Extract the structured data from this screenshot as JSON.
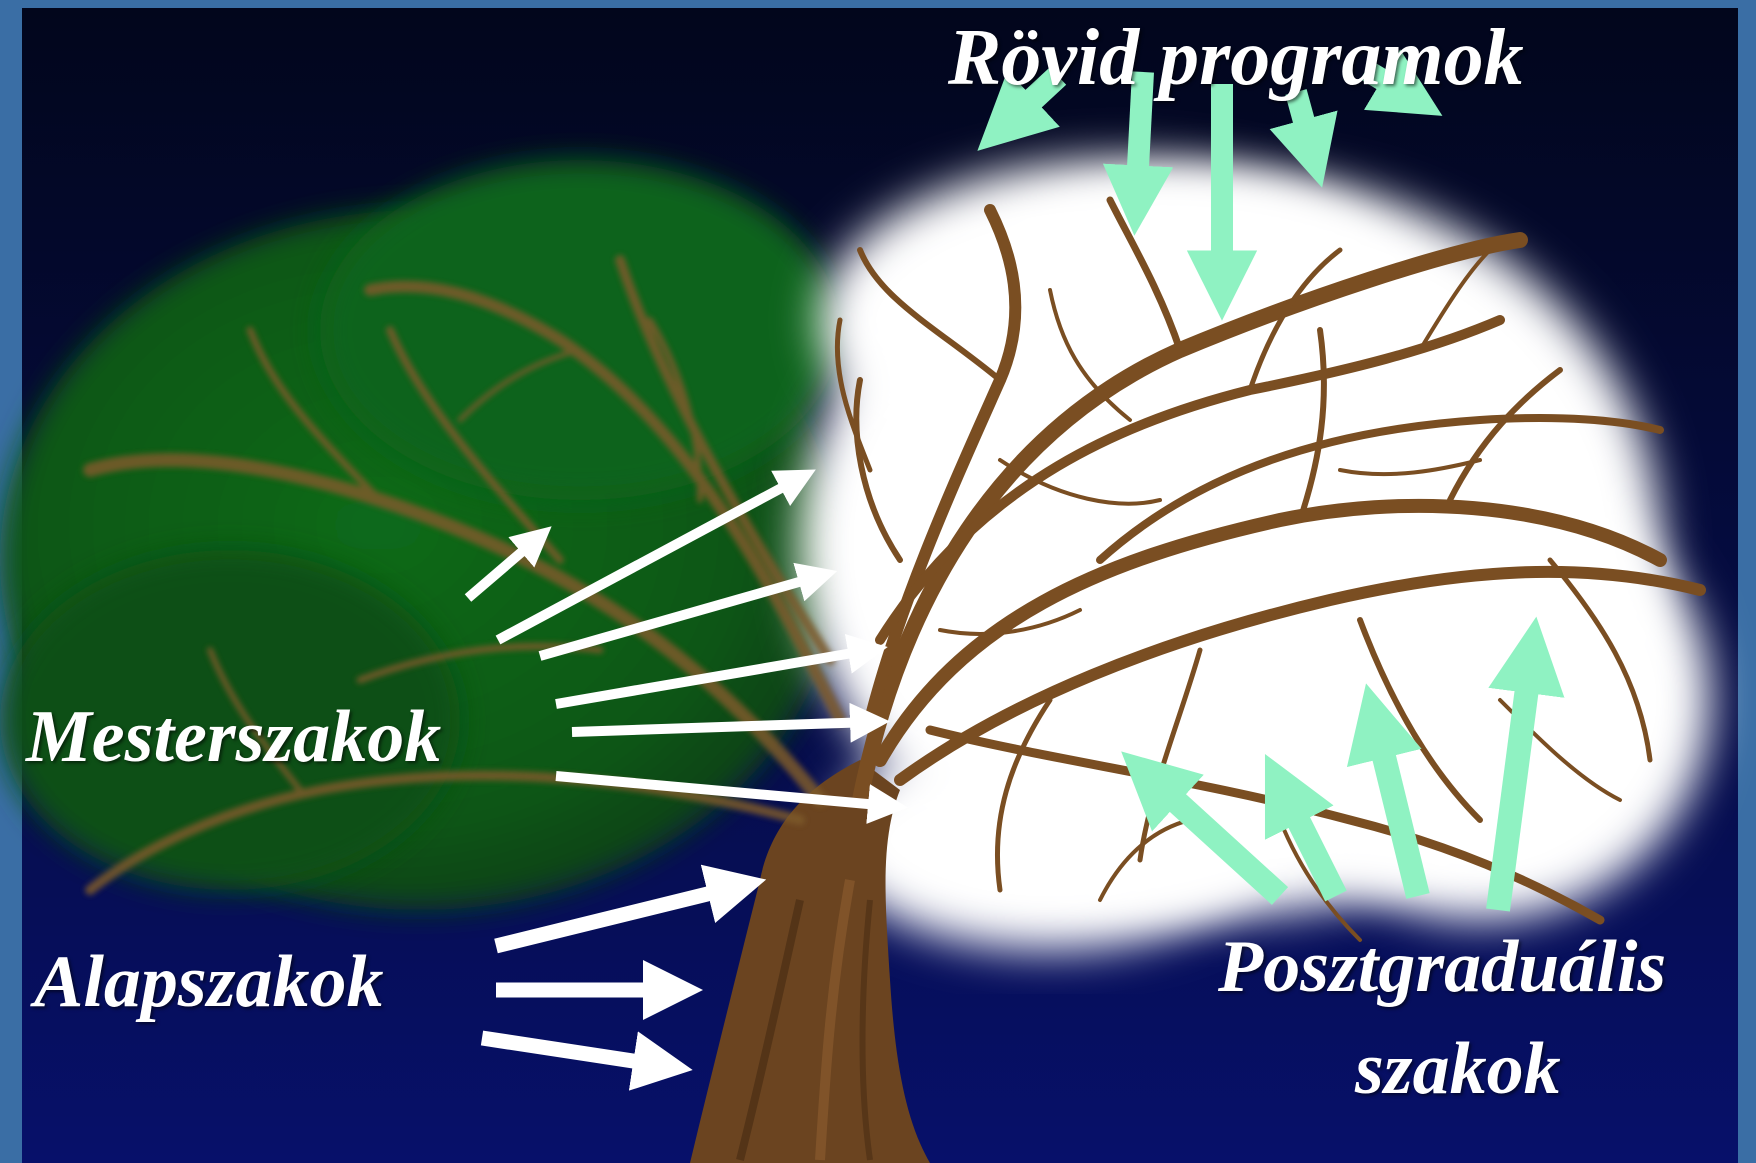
{
  "labels": {
    "short_programs": "Rövid programok",
    "master_programs": "Mesterszakok",
    "bachelor_programs": "Alapszakok",
    "postgraduate_line1": "Posztgraduális",
    "postgraduate_line2": "szakok"
  },
  "colors": {
    "frame": "#3a6ea5",
    "sky_top": "#02061c",
    "sky_bottom": "#07106a",
    "green_canopy": "#0c5a16",
    "white_canopy": "#ffffff",
    "trunk": "#6b4420",
    "branch": "#8b5a2b",
    "arrow_white": "#ffffff",
    "arrow_mint": "#8ff2c2"
  }
}
